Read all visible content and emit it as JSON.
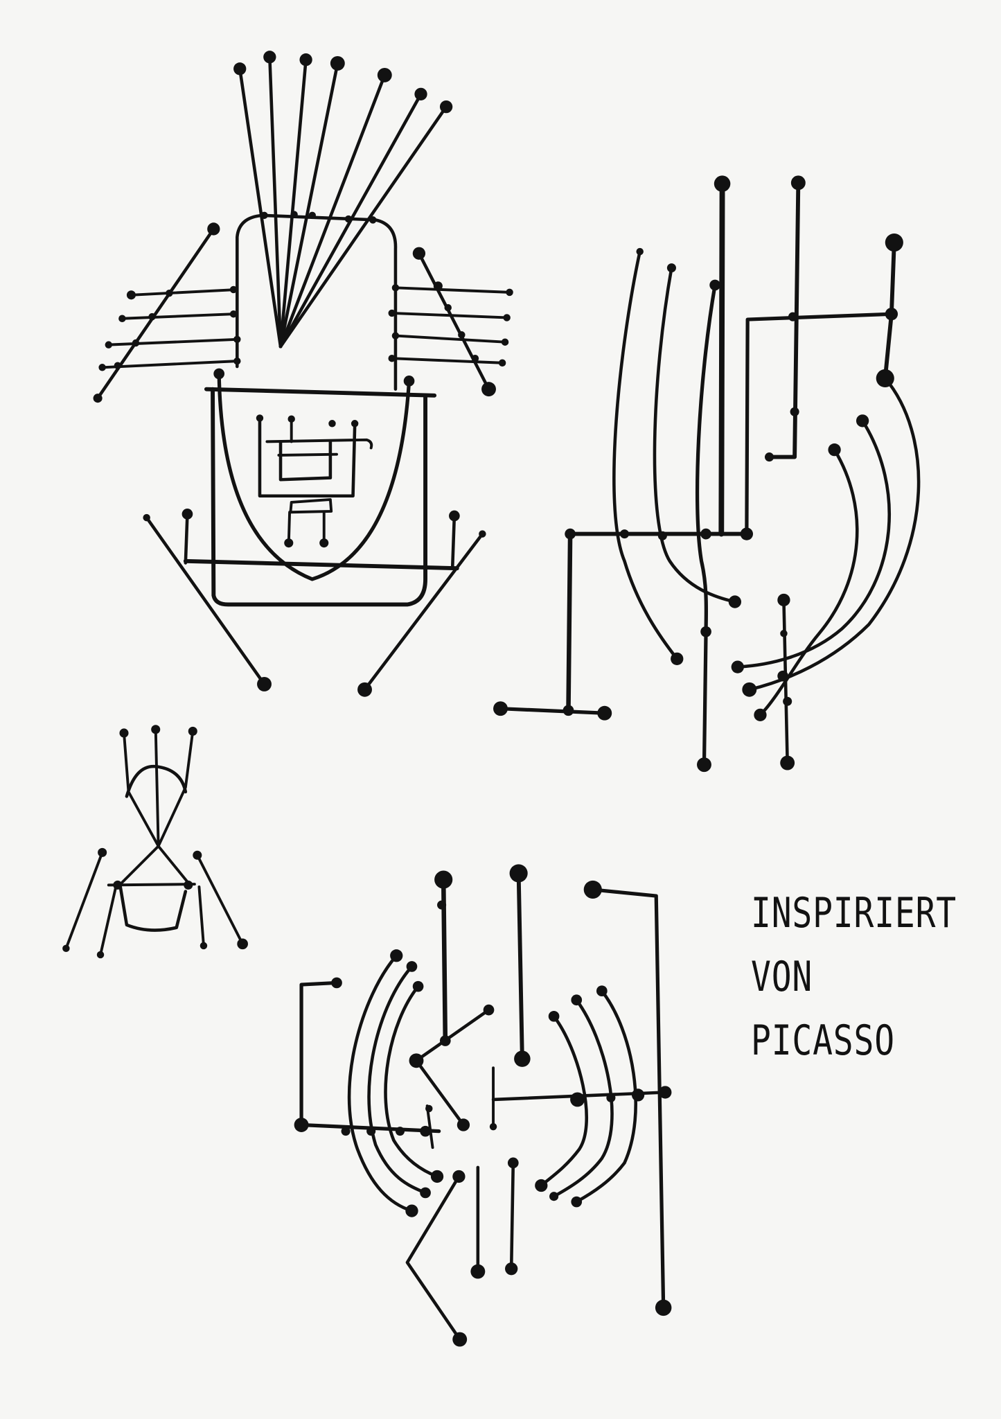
{
  "colors": {
    "paper": "#f6f6f4",
    "ink": "#121212"
  },
  "caption": {
    "lines": [
      "INSPIRIERT",
      "VON",
      "PICASSO"
    ]
  }
}
